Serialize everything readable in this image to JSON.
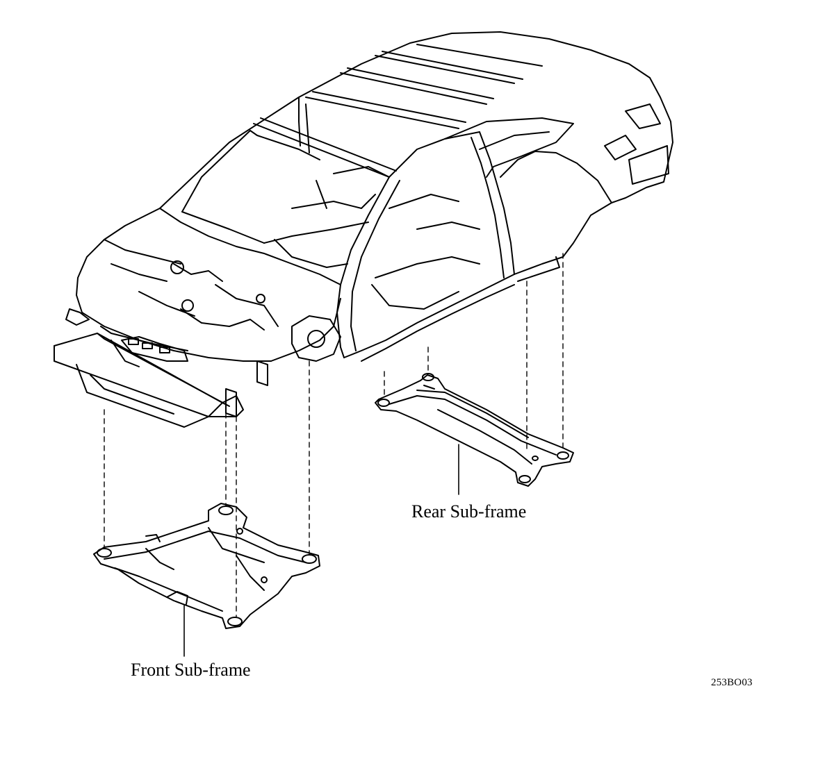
{
  "diagram": {
    "labels": {
      "rear_subframe": "Rear Sub-frame",
      "front_subframe": "Front Sub-frame",
      "figure_code": "253BO03"
    }
  }
}
